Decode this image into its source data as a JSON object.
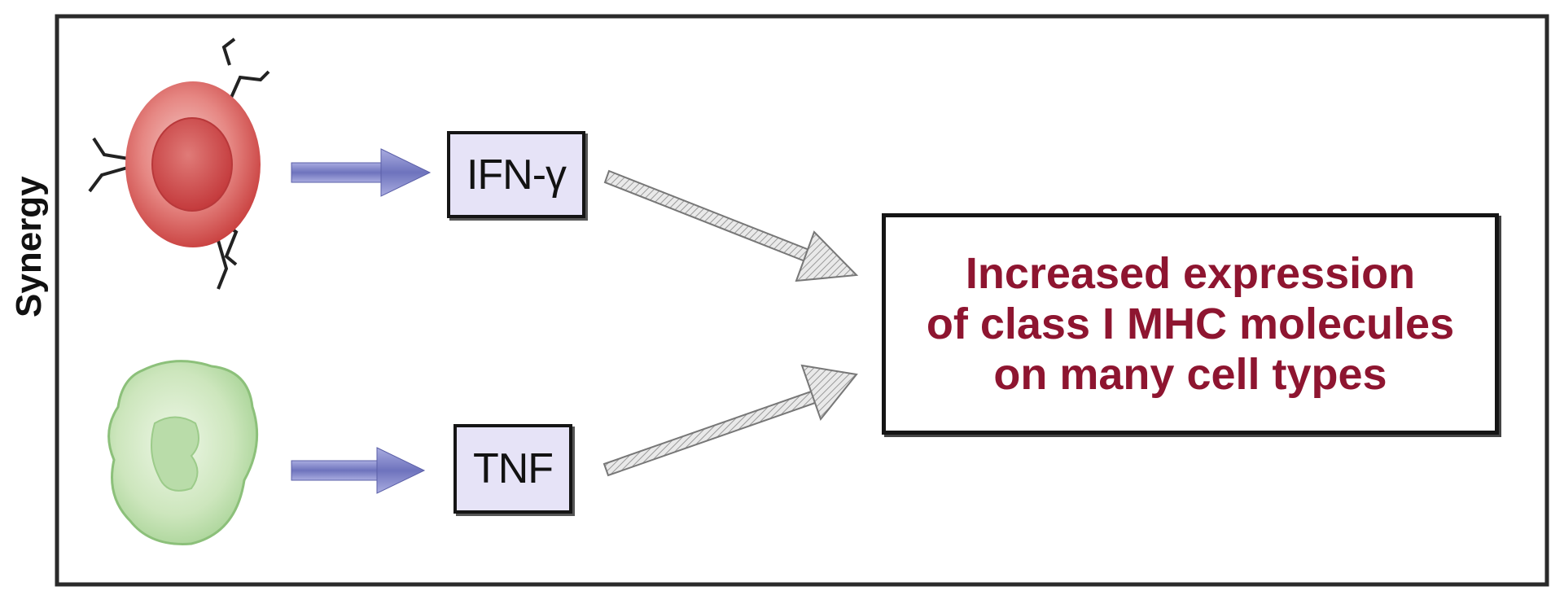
{
  "side_label": "Synergy",
  "cytokines": {
    "top": "IFN-γ",
    "bottom": "TNF"
  },
  "outcome": {
    "lines": [
      "Increased expression",
      "of class I MHC molecules",
      "on many cell types"
    ]
  },
  "colors": {
    "source_arrow": "#7b7fc4",
    "cytokine_box_fill": "#e6e3f7",
    "outcome_text": "#8e1530",
    "top_cell": "#d9575a",
    "bottom_cell": "#a8d59a"
  },
  "icons": {
    "top_cell": "lymphocyte-cell-icon",
    "bottom_cell": "macrophage-cell-icon"
  }
}
